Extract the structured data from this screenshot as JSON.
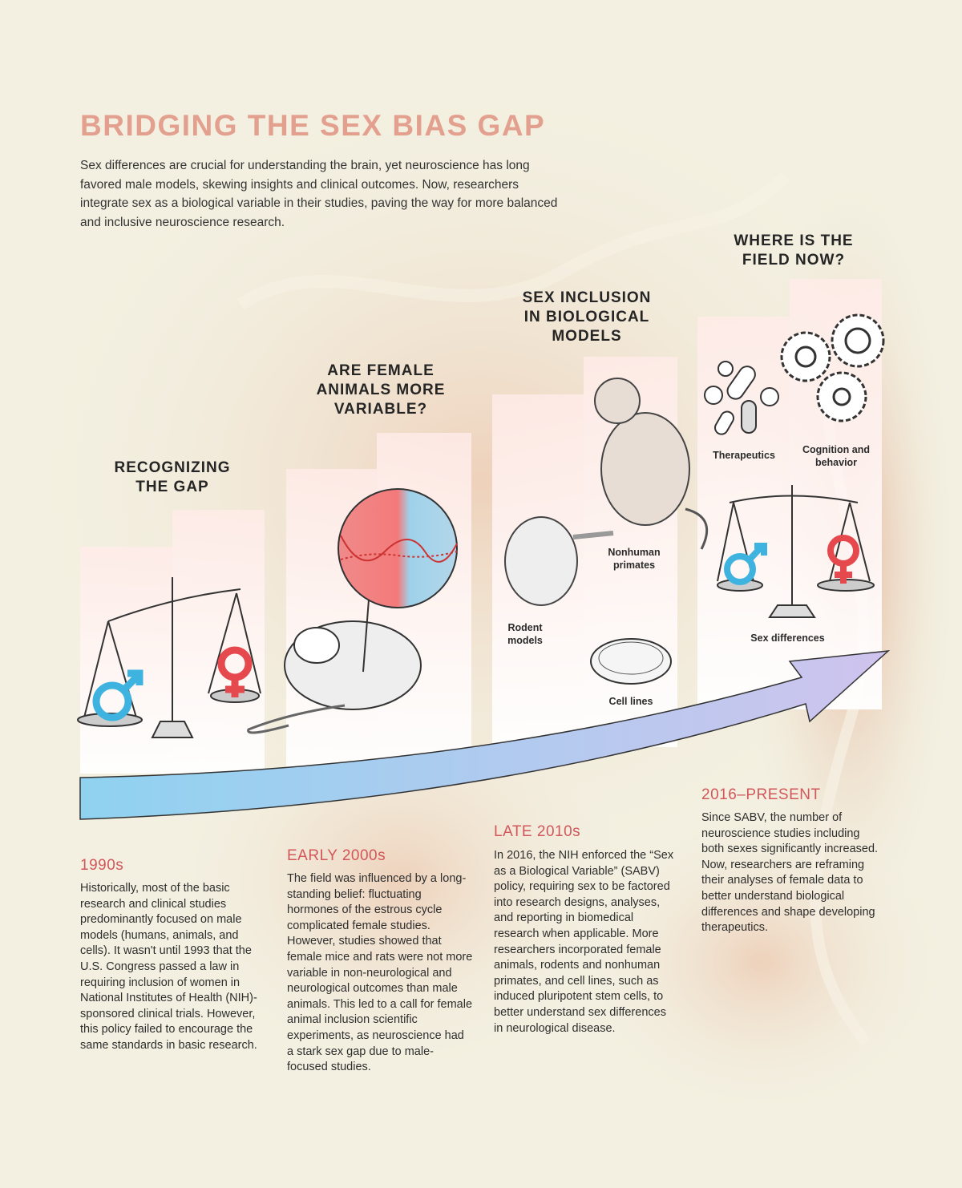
{
  "title": "BRIDGING THE SEX BIAS GAP",
  "intro": "Sex differences are crucial for understanding the brain, yet neuroscience has long favored male models, skewing insights and clinical outcomes. Now, researchers integrate sex as a biological variable in their studies, paving the way for more balanced and inclusive neuroscience research.",
  "stages": [
    {
      "heading": "RECOGNIZING THE GAP",
      "era": "1990s",
      "text": "Historically, most of the basic research and clinical studies predominantly focused on male models (humans, animals, and cells). It wasn't until 1993 that the U.S. Congress passed a law in requiring inclusion of women in National Institutes of Health (NIH)-sponsored clinical trials. However, this policy failed to encourage the same standards in basic research."
    },
    {
      "heading": "ARE FEMALE ANIMALS MORE VARIABLE?",
      "era": "EARLY 2000s",
      "text": "The field was influenced by a long-standing belief: fluctuating hormones of the estrous cycle complicated female studies. However, studies showed that female mice and rats were not more variable in non-neurological and neurological outcomes than male animals. This led to a call for female animal inclusion scientific experiments, as neuroscience had a stark sex gap due to male-focused studies."
    },
    {
      "heading": "SEX INCLUSION IN BIOLOGICAL MODELS",
      "era": "LATE 2010s",
      "text": "In 2016, the NIH enforced the “Sex as a Biological Variable” (SABV) policy, requiring sex to be factored into research designs, analyses, and reporting in biomedical research when applicable. More researchers incorporated female animals, rodents and nonhuman primates, and cell lines, such as induced pluripotent stem cells, to better understand sex differences in neurological disease.",
      "labels": {
        "rodent": "Rodent models",
        "primate": "Nonhuman primates",
        "cells": "Cell lines"
      }
    },
    {
      "heading": "WHERE IS THE FIELD NOW?",
      "era": "2016–PRESENT",
      "text": "Since SABV, the number of neuroscience studies including both sexes significantly increased. Now, researchers are reframing their analyses of female data to better understand biological differences and shape developing therapeutics.",
      "labels": {
        "therapeutics": "Therapeutics",
        "cognition": "Cognition and behavior",
        "sex": "Sex differences"
      }
    }
  ],
  "colors": {
    "male": "#3fb3e0",
    "female": "#e5484d",
    "title": "#e3a08f",
    "era": "#d2575a",
    "arrow_start": "#8fd2f0",
    "arrow_end": "#cfc4ee"
  }
}
